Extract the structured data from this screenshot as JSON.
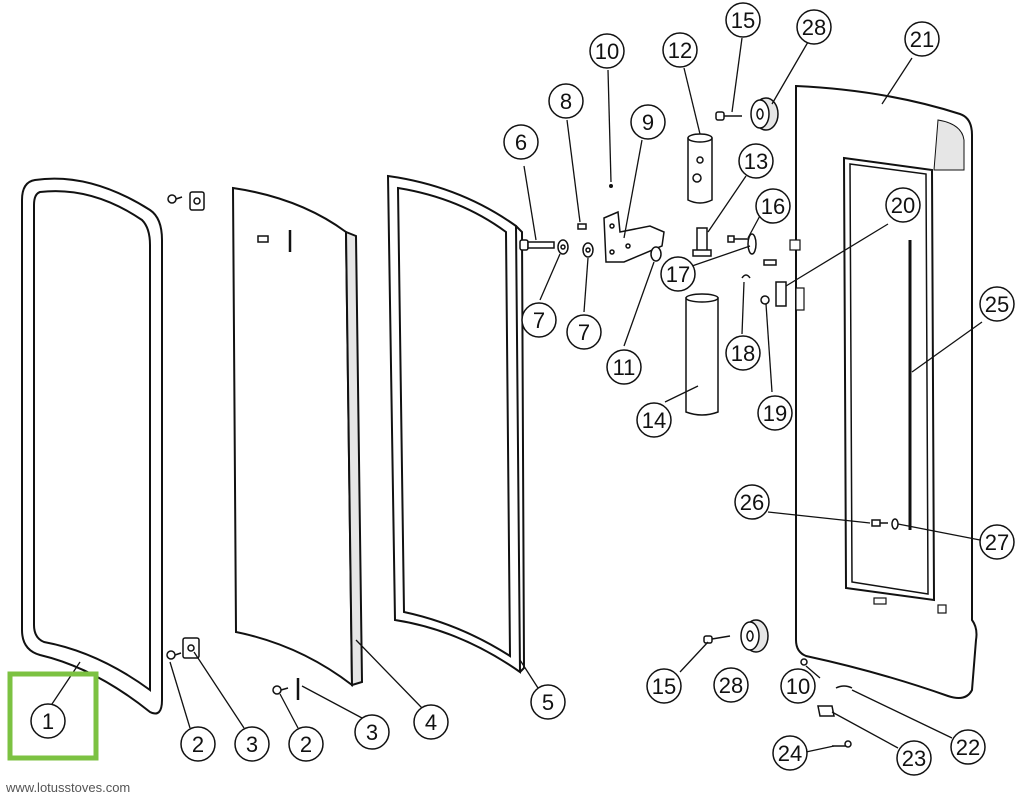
{
  "callouts": [
    {
      "id": "c1",
      "label": "1"
    },
    {
      "id": "c2a",
      "label": "2"
    },
    {
      "id": "c3a",
      "label": "3"
    },
    {
      "id": "c2b",
      "label": "2"
    },
    {
      "id": "c3b",
      "label": "3"
    },
    {
      "id": "c4",
      "label": "4"
    },
    {
      "id": "c5",
      "label": "5"
    },
    {
      "id": "c6",
      "label": "6"
    },
    {
      "id": "c7a",
      "label": "7"
    },
    {
      "id": "c7b",
      "label": "7"
    },
    {
      "id": "c8",
      "label": "8"
    },
    {
      "id": "c9",
      "label": "9"
    },
    {
      "id": "c10a",
      "label": "10"
    },
    {
      "id": "c11",
      "label": "11"
    },
    {
      "id": "c12",
      "label": "12"
    },
    {
      "id": "c13",
      "label": "13"
    },
    {
      "id": "c14",
      "label": "14"
    },
    {
      "id": "c15a",
      "label": "15"
    },
    {
      "id": "c16",
      "label": "16"
    },
    {
      "id": "c17",
      "label": "17"
    },
    {
      "id": "c18",
      "label": "18"
    },
    {
      "id": "c19",
      "label": "19"
    },
    {
      "id": "c20",
      "label": "20"
    },
    {
      "id": "c21",
      "label": "21"
    },
    {
      "id": "c25",
      "label": "25"
    },
    {
      "id": "c26",
      "label": "26"
    },
    {
      "id": "c27",
      "label": "27"
    },
    {
      "id": "c28a",
      "label": "28"
    },
    {
      "id": "c15b",
      "label": "15"
    },
    {
      "id": "c28b",
      "label": "28"
    },
    {
      "id": "c10b",
      "label": "10"
    },
    {
      "id": "c22",
      "label": "22"
    },
    {
      "id": "c23",
      "label": "23"
    },
    {
      "id": "c24",
      "label": "24"
    }
  ],
  "footer": {
    "website": "www.lotusstoves.com"
  },
  "colors": {
    "highlight": "#7cc242",
    "line": "#111111",
    "part_fill": "#ffffff",
    "shade": "#e6e6e6"
  }
}
